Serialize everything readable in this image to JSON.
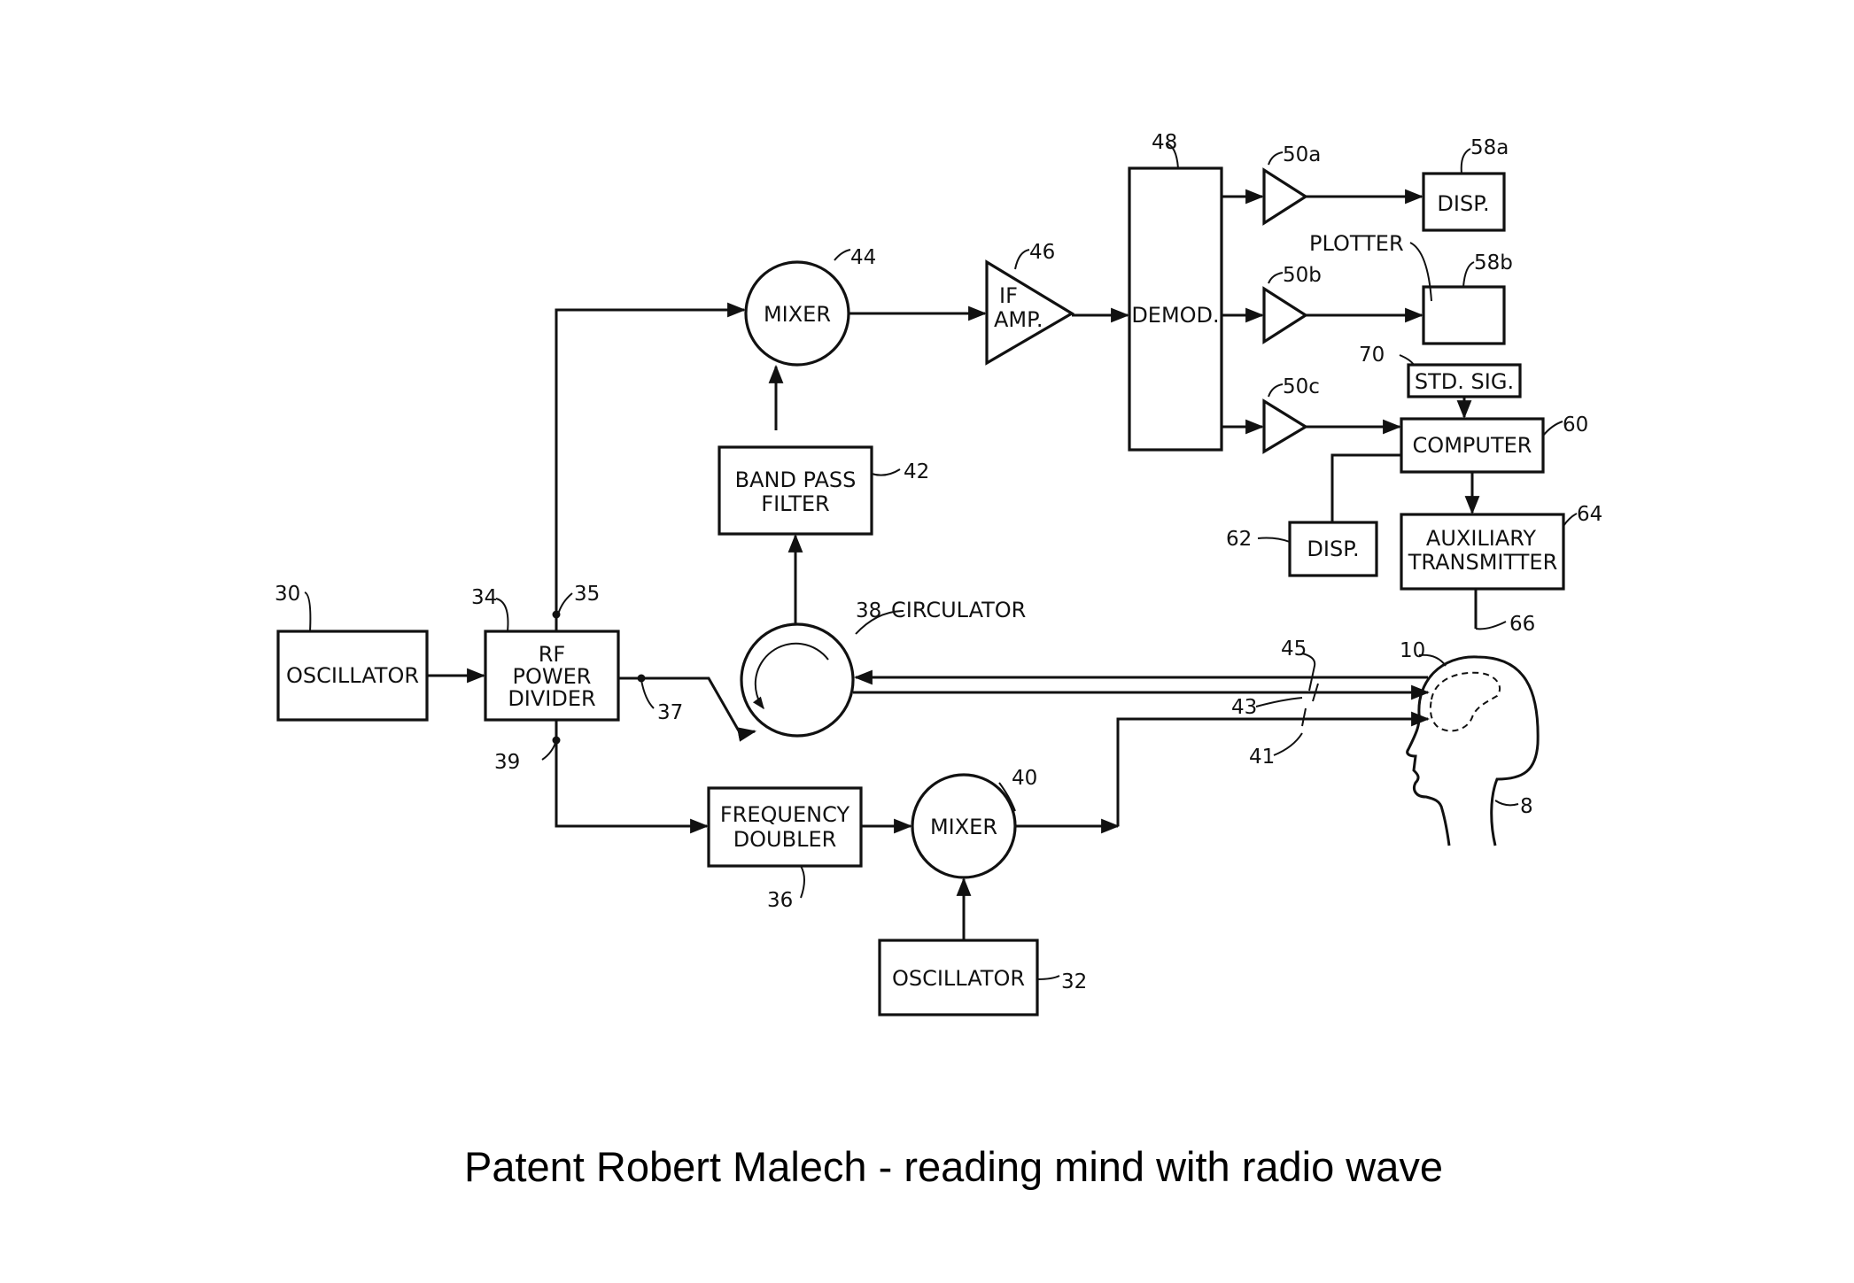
{
  "blocks": {
    "oscillator_30": "OSCILLATOR",
    "rf_power_divider": [
      "RF",
      "POWER",
      "DIVIDER"
    ],
    "circulator": "CIRCULATOR",
    "band_pass_filter": [
      "BAND PASS",
      "FILTER"
    ],
    "mixer_44": "MIXER",
    "if_amp": [
      "IF",
      "AMP."
    ],
    "demod": "DEMOD.",
    "disp_58a": "DISP.",
    "plotter": "PLOTTER",
    "std_sig": "STD. SIG.",
    "computer": "COMPUTER",
    "disp_62": "DISP.",
    "aux_transmitter": [
      "AUXILIARY",
      "TRANSMITTER"
    ],
    "frequency_doubler": [
      "FREQUENCY",
      "DOUBLER"
    ],
    "mixer_40": "MIXER",
    "oscillator_32": "OSCILLATOR"
  },
  "refs": {
    "r30": "30",
    "r34": "34",
    "r35": "35",
    "r37": "37",
    "r39": "39",
    "r38": "38",
    "r42": "42",
    "r44": "44",
    "r46": "46",
    "r48": "48",
    "r50a": "50a",
    "r50b": "50b",
    "r50c": "50c",
    "r58a": "58a",
    "r58b": "58b",
    "r60": "60",
    "r62": "62",
    "r64": "64",
    "r66": "66",
    "r70": "70",
    "r36": "36",
    "r40": "40",
    "r32": "32",
    "r45": "45",
    "r43": "43",
    "r41": "41",
    "r10": "10",
    "r8": "8"
  },
  "caption": "Patent Robert Malech - reading mind with radio wave"
}
